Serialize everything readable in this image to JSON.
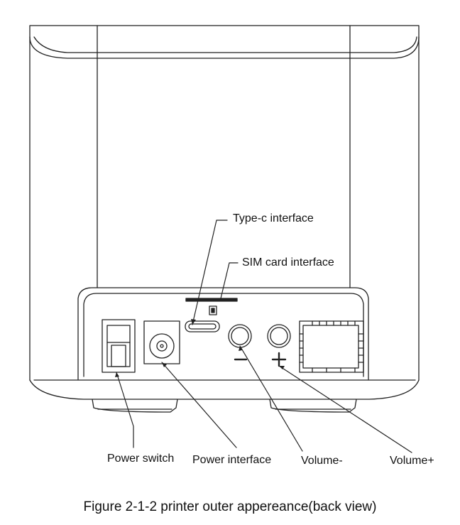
{
  "figure": {
    "caption": "Figure 2-1-2 printer outer appereance(back view)"
  },
  "callouts": {
    "typec": "Type-c interface",
    "sim": "SIM card interface",
    "power_switch": "Power switch",
    "power_interface": "Power interface",
    "volume_minus": "Volume-",
    "volume_plus": "Volume+"
  },
  "colors": {
    "line": "#222222",
    "background": "#ffffff"
  }
}
